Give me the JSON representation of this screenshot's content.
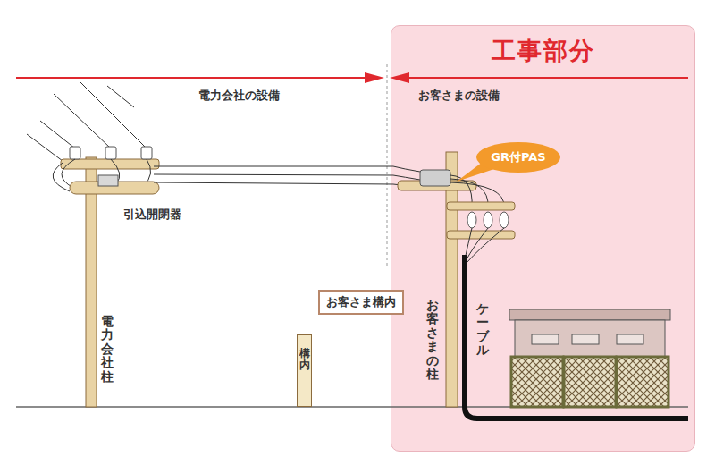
{
  "diagram": {
    "nodes": [
      {
        "text": [
          "工事部分"
        ]
      },
      {
        "text": [
          "GR付PAS"
        ],
        "in": 0
      },
      {
        "text": [
          "お客さま構内"
        ]
      },
      {
        "text": [
          "構内"
        ]
      }
    ],
    "labels": [
      "電力会社の設備",
      "お客さまの設備",
      "引込開閉器",
      "電力会社柱",
      "お客さまの柱",
      "ケーブル"
    ]
  }
}
